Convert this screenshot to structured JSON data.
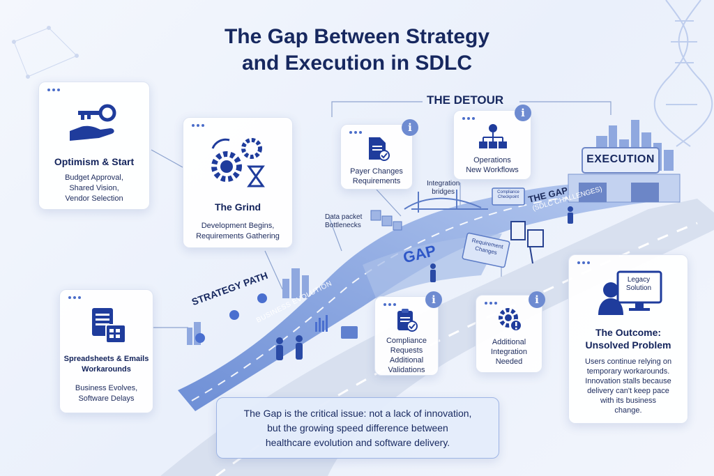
{
  "title_line1": "The Gap Between Strategy",
  "title_line2": "and Execution in SDLC",
  "detour_label": "THE DETOUR",
  "execution_label": "EXECUTION",
  "gap_label": "GAP",
  "the_gap_label": "THE GAP",
  "sdlc_challenges_label": "(SDLC CHALLENGES)",
  "strategy_path_label": "STRATEGY PATH",
  "business_evolution_label": "BUSINESS EVOLUTION",
  "data_packet_label": "Data packet\nBottlenecks",
  "integration_bridges_label": "Integration\nbridges",
  "compliance_checkpoint_label": "Compliance\nCheckpoint",
  "requirement_changes_label": "Requirement\nChanges",
  "cards": {
    "optimism": {
      "title": "Optimism & Start",
      "text": "Budget Approval,\nShared Vision,\nVendor Selection"
    },
    "grind": {
      "title": "The Grind",
      "text": "Development Begins,\nRequirements Gathering"
    },
    "spreadsheets": {
      "title": "Spreadsheets & Emails\nWorkarounds",
      "text": "Business Evolves,\nSoftware Delays"
    },
    "payer": {
      "text": "Payer Changes\nRequirements"
    },
    "operations": {
      "text": "Operations\nNew Workflows"
    },
    "compliance": {
      "text": "Compliance\nRequests\nAdditional\nValidations"
    },
    "integration": {
      "text": "Additional\nIntegration\nNeeded"
    },
    "outcome": {
      "icon_label": "Legacy\nSolution",
      "title": "The Outcome:\nUnsolved Problem",
      "text": "Users continue relying on\ntemporary workarounds.\nInnovation stalls because\ndelivery can't keep pace\nwith its business\nchange."
    }
  },
  "bottom_note": "The Gap is the critical issue: not a lack of innovation,\nbut the growing speed difference between\nhealthcare evolution and software delivery.",
  "info_glyph": "i",
  "colors": {
    "navy": "#17285f",
    "accent": "#2f57c7",
    "road": "#7f9fdc",
    "road_dark": "#4f73c9",
    "path": "#c7d6f3"
  }
}
